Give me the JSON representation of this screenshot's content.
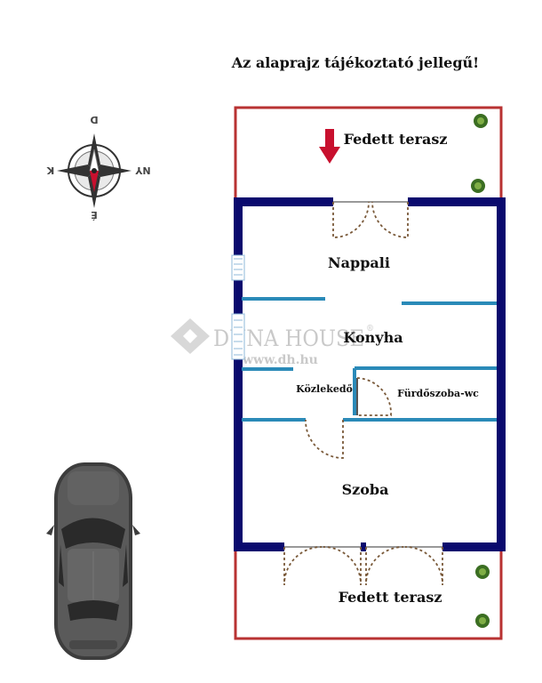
{
  "notice": "Az alaprajz tájékoztató jellegű!",
  "rooms": {
    "terrace_top": "Fedett terasz",
    "living": "Nappali",
    "kitchen": "Konyha",
    "hallway": "Közlekedő",
    "bathroom": "Fürdőszoba-wc",
    "bedroom": "Szoba",
    "terrace_bottom": "Fedett terasz"
  },
  "watermark": {
    "brand": "DUNA HOUSE",
    "registered": "®",
    "url": "www.dh.hu"
  },
  "compass": {
    "north": "É",
    "south": "D",
    "east": "K",
    "west": "NY"
  },
  "colors": {
    "walls": "#0a0a6e",
    "terrace_outline": "#b83232",
    "inner_walls": "#2a8ab8",
    "entry_arrow": "#c8102e",
    "compass_needle_red": "#c8102e",
    "plants": "#3b6e22",
    "car": "#555555"
  },
  "icons": [
    "compass-icon",
    "entry-arrow-icon",
    "plant-icon",
    "car-icon",
    "watermark-logo-icon"
  ]
}
